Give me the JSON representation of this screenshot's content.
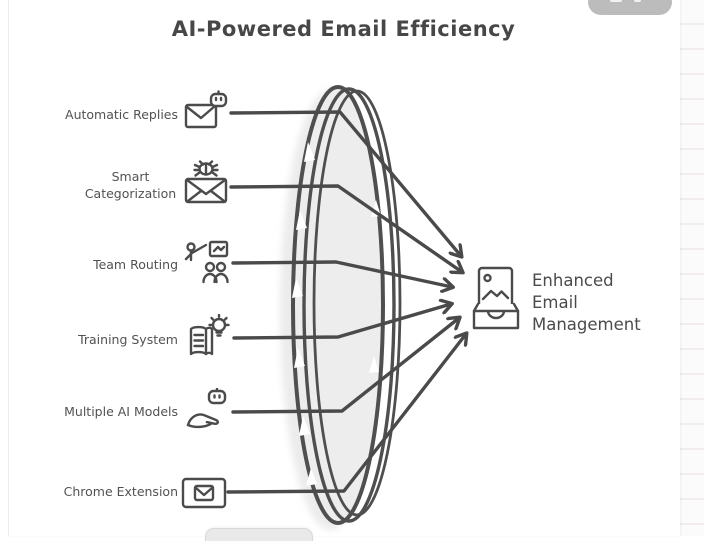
{
  "title": "AI-Powered Email Efficiency",
  "features": [
    {
      "label": "Automatic Replies",
      "icon": "email-robot-icon"
    },
    {
      "label": "Smart Categorization",
      "icon": "email-bug-icon"
    },
    {
      "label": "Team Routing",
      "icon": "team-presentation-icon"
    },
    {
      "label": "Training System",
      "icon": "book-lightbulb-icon"
    },
    {
      "label": "Multiple AI Models",
      "icon": "hand-robot-icon"
    },
    {
      "label": "Chrome Extension",
      "icon": "browser-envelope-icon"
    }
  ],
  "outcome": {
    "label": "Enhanced Email Management",
    "lines": [
      "Enhanced",
      "Email",
      "Management"
    ],
    "icon": "inbox-photo-icon"
  },
  "lens": {
    "shape": "convex-lens",
    "fill": "#ededed"
  },
  "colors": {
    "ink": "#4a4a4a",
    "lens_fill": "#ededed",
    "badge": "#bcbcbc",
    "card": "#ffffff",
    "ruled_line": "#f3ecec"
  }
}
